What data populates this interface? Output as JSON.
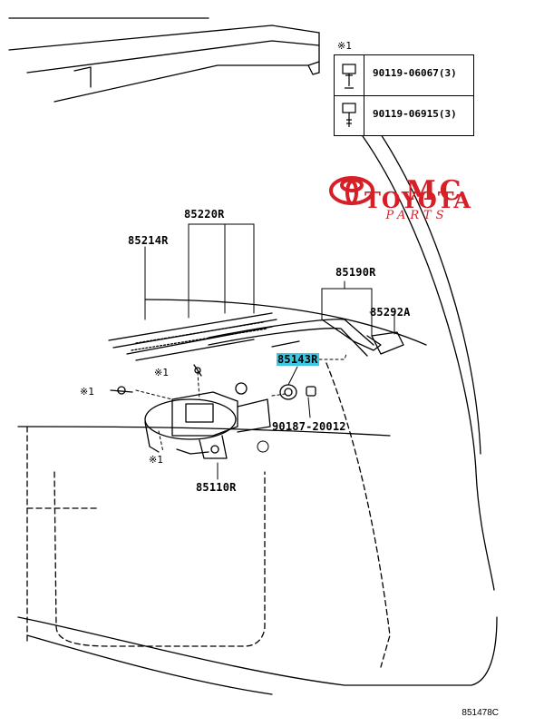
{
  "legend": {
    "marker": "※1",
    "rows": [
      {
        "part": "90119-06067(3)",
        "icon": "bolt-with-washer-icon"
      },
      {
        "part": "90119-06915(3)",
        "icon": "bolt-icon"
      }
    ]
  },
  "brand": {
    "line1": "MC",
    "line2": "TOYOTA",
    "line3": "PARTS",
    "color": "#d61f26",
    "logo": "toyota-emblem-icon"
  },
  "parts": {
    "p85220": "85220R",
    "p85214": "85214R",
    "p85190": "85190R",
    "p85292": "85292A",
    "p85143": "85143R",
    "p90187": "90187-20012",
    "p85110": "85110R"
  },
  "notes": {
    "n1": "※1",
    "n2": "※1",
    "n3": "※1"
  },
  "highlight_color": "#3ec7e0",
  "footer": "851478C"
}
